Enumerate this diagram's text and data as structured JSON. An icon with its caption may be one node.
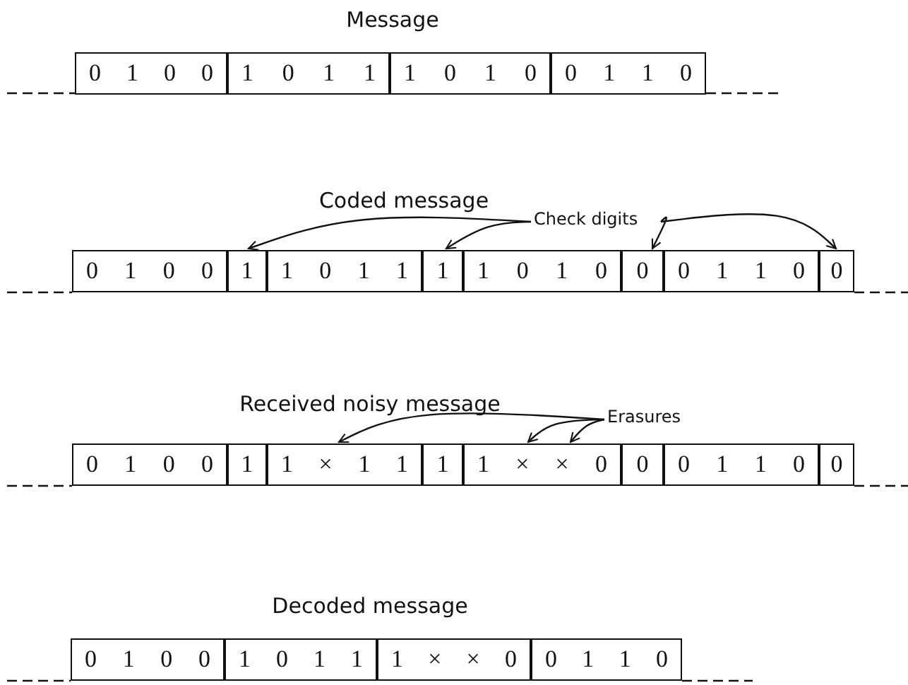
{
  "diagram": {
    "nodes": [
      {
        "text": [
          "0 1 0 0"
        ]
      },
      {
        "text": [
          "1 0 1 1"
        ]
      },
      {
        "text": [
          "1 0 1 0"
        ]
      },
      {
        "text": [
          "0 1 1 0"
        ]
      },
      {
        "text": [
          "Check digits"
        ]
      },
      {
        "text": [
          "0 1 0 0"
        ]
      },
      {
        "text": [
          "1"
        ]
      },
      {
        "text": [
          "1 0 1 1"
        ]
      },
      {
        "text": [
          "1"
        ]
      },
      {
        "text": [
          "1 0 1 0"
        ]
      },
      {
        "text": [
          "0"
        ]
      },
      {
        "text": [
          "0 1 1 0"
        ]
      },
      {
        "text": [
          "0"
        ]
      },
      {
        "text": [
          "Erasures"
        ]
      },
      {
        "text": [
          "0 1 0 0"
        ]
      },
      {
        "text": [
          "1"
        ]
      },
      {
        "text": [
          "1 × 1 1"
        ]
      },
      {
        "text": [
          "1"
        ]
      },
      {
        "text": [
          "1 × × 0"
        ]
      },
      {
        "text": [
          "0"
        ]
      },
      {
        "text": [
          "0 1 1 0"
        ]
      },
      {
        "text": [
          "0"
        ]
      },
      {
        "text": [
          "0 1 0 0"
        ]
      },
      {
        "text": [
          "1 0 1 1"
        ]
      },
      {
        "text": [
          "1 × × 0"
        ]
      },
      {
        "text": [
          "0 1 1 0"
        ]
      }
    ],
    "edges": [
      {
        "from": 4,
        "to": 6,
        "arrow": "to"
      },
      {
        "from": 4,
        "to": 8,
        "arrow": "to"
      },
      {
        "from": 4,
        "to": 10,
        "arrow": "to"
      },
      {
        "from": 4,
        "to": 12,
        "arrow": "to"
      },
      {
        "from": 13,
        "to": 16,
        "arrow": "to"
      },
      {
        "from": 13,
        "to": 18,
        "arrow": "to"
      },
      {
        "from": 13,
        "to": 18,
        "arrow": "to"
      }
    ],
    "labels": [
      "Message",
      "Coded message",
      "Received noisy message",
      "Decoded message"
    ]
  }
}
